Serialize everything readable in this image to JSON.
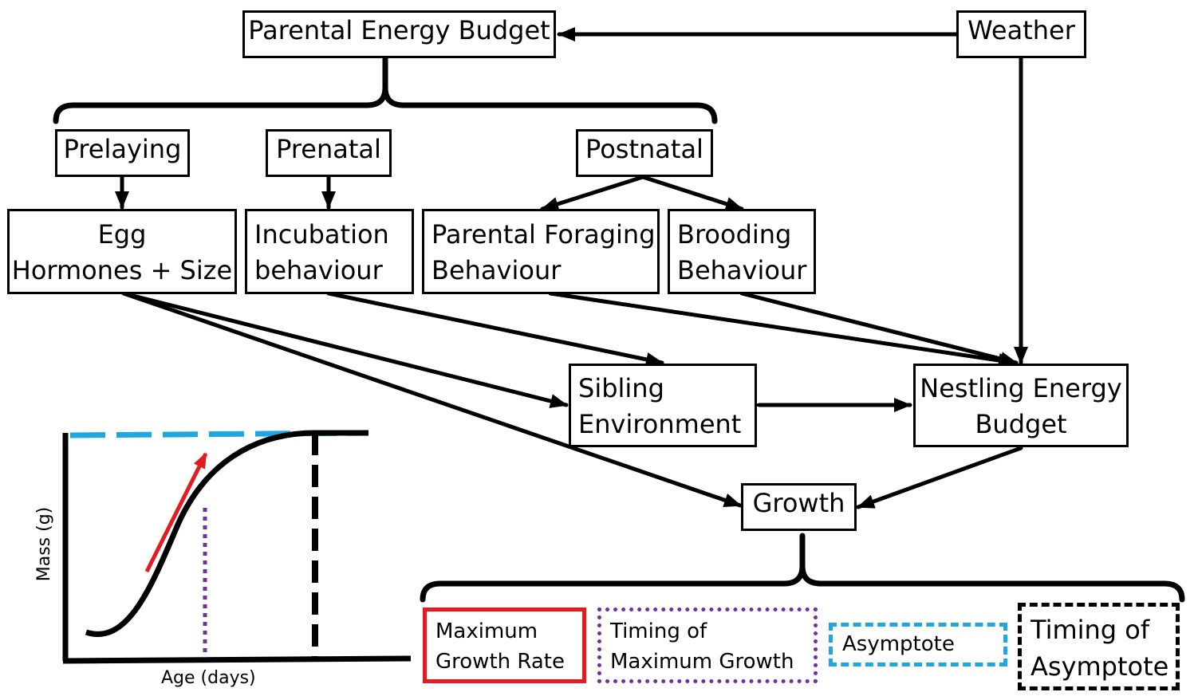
{
  "nodes": {
    "parental_energy_budget": "Parental Energy Budget",
    "weather": "Weather",
    "prelaying": "Prelaying",
    "prenatal": "Prenatal",
    "postnatal": "Postnatal",
    "egg_line1": "Egg",
    "egg_line2": "Hormones + Size",
    "incubation_line1": "Incubation",
    "incubation_line2": "behaviour",
    "foraging_line1": "Parental Foraging",
    "foraging_line2": "Behaviour",
    "brooding_line1": "Brooding",
    "brooding_line2": "Behaviour",
    "sibling_line1": "Sibling",
    "sibling_line2": "Environment",
    "nestling_line1": "Nestling Energy",
    "nestling_line2": "Budget",
    "growth": "Growth"
  },
  "legend": {
    "max_rate_line1": "Maximum",
    "max_rate_line2": "Growth Rate",
    "timing_max_line1": "Timing of",
    "timing_max_line2": "Maximum Growth",
    "asymptote": "Asymptote",
    "timing_asym_line1": "Timing of",
    "timing_asym_line2": "Asymptote"
  },
  "inset_chart": {
    "xlabel": "Age (days)",
    "ylabel": "Mass (g)",
    "colors": {
      "max_growth_rate": "#e31b23",
      "timing_of_max_growth": "#7030a0",
      "asymptote": "#1fa7e0",
      "timing_of_asymptote": "#000000"
    }
  }
}
